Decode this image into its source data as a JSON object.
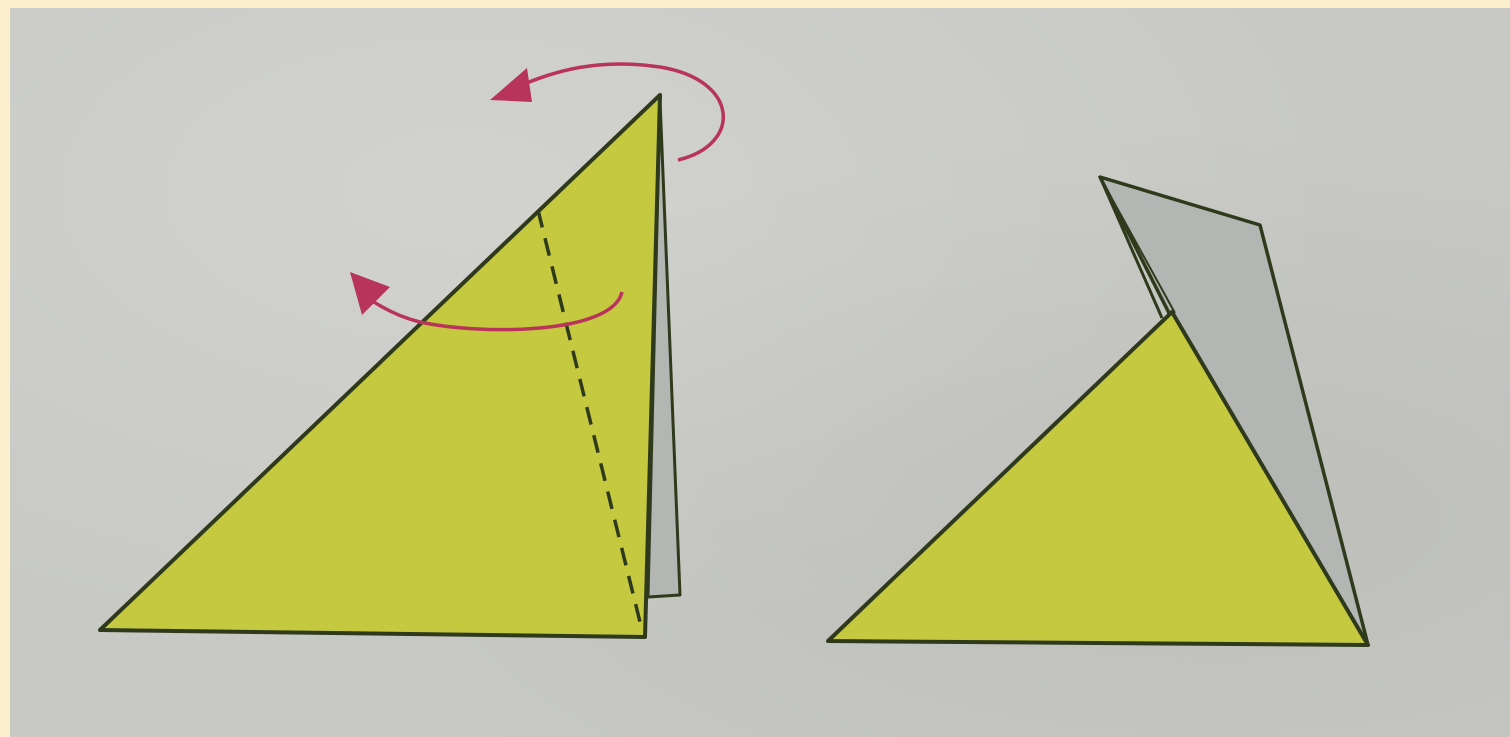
{
  "colors": {
    "page_border": "#fbefce",
    "paper": "#c8c9c5",
    "yellow_face": "#c5c940",
    "grey_face": "#b4b6b3",
    "outline": "#2f3a1c",
    "arrow": "#b8345a"
  },
  "steps": [
    {
      "name": "step-1",
      "arrows": [
        "curved-arrow-top",
        "curved-arrow-middle"
      ],
      "fold_line": "dashed"
    },
    {
      "name": "step-2",
      "arrows": [],
      "fold_line": "none"
    }
  ]
}
